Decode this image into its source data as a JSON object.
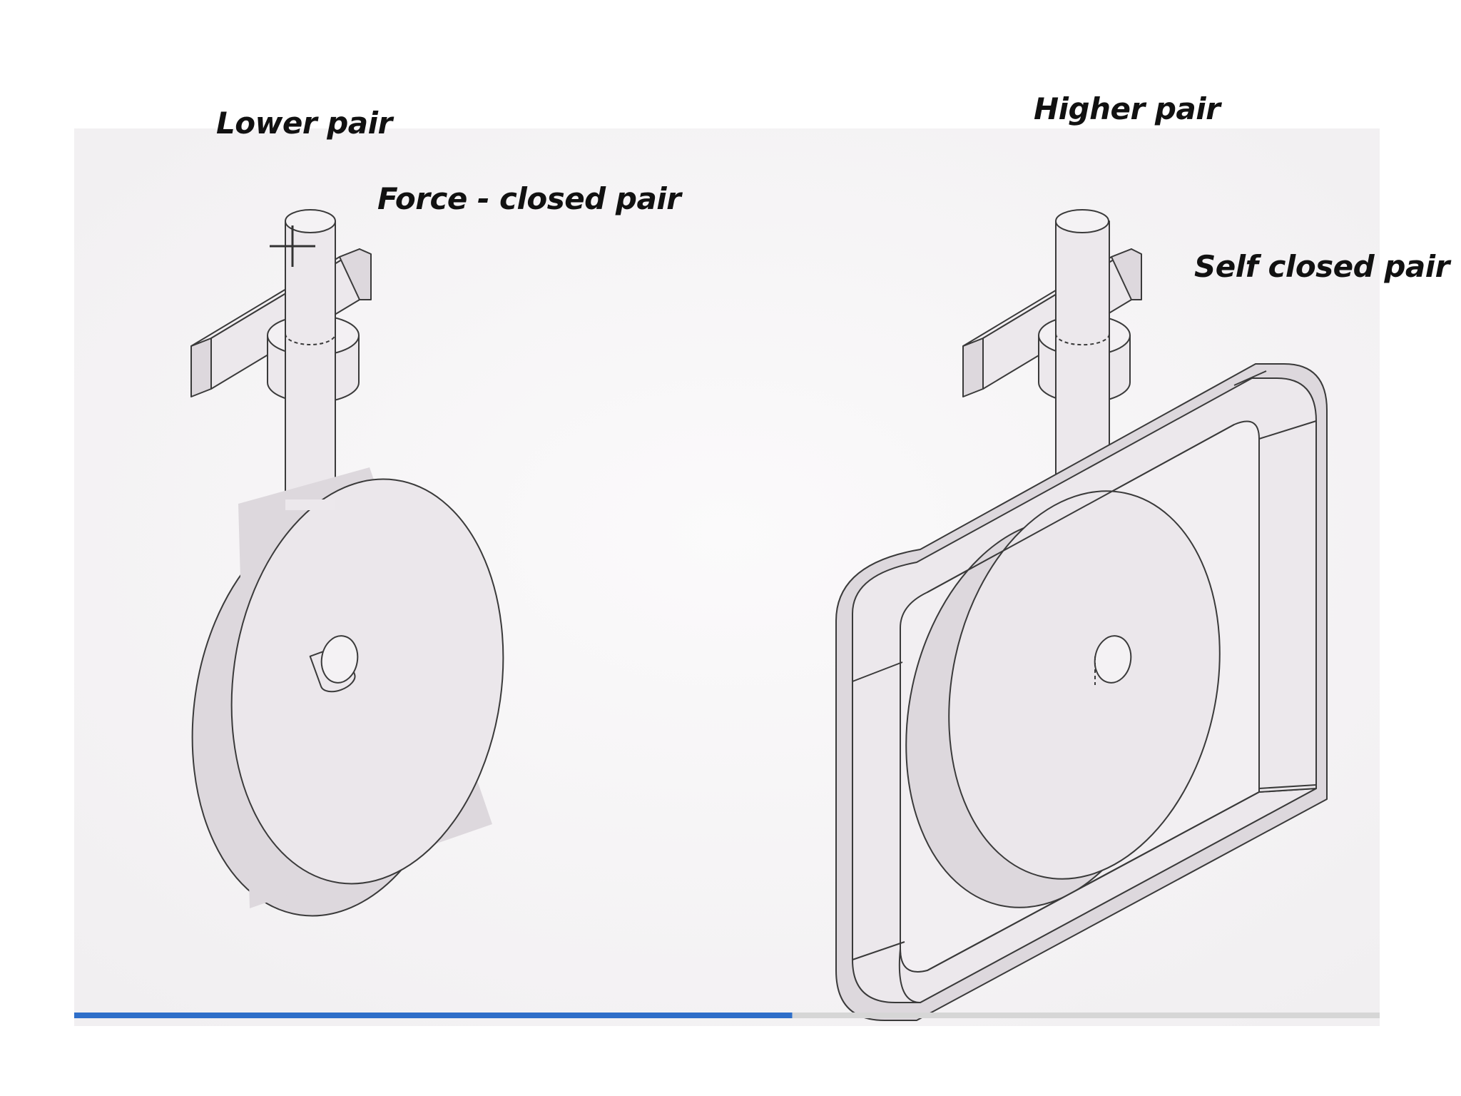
{
  "labels": {
    "lower_pair": "Lower pair",
    "force_closed_pair": "Force - closed pair",
    "higher_pair": "Higher pair",
    "self_closed_pair": "Self closed pair"
  },
  "colors": {
    "background": "#ffffff",
    "screen_background": "#f8f6f8",
    "part_fill": "#ece8ec",
    "part_shade": "#ddd8dd",
    "outline": "#3a3a3a",
    "progress_bar": "#2f6fc9",
    "progress_track": "#d6d6d6"
  },
  "video_progress": 0.55
}
